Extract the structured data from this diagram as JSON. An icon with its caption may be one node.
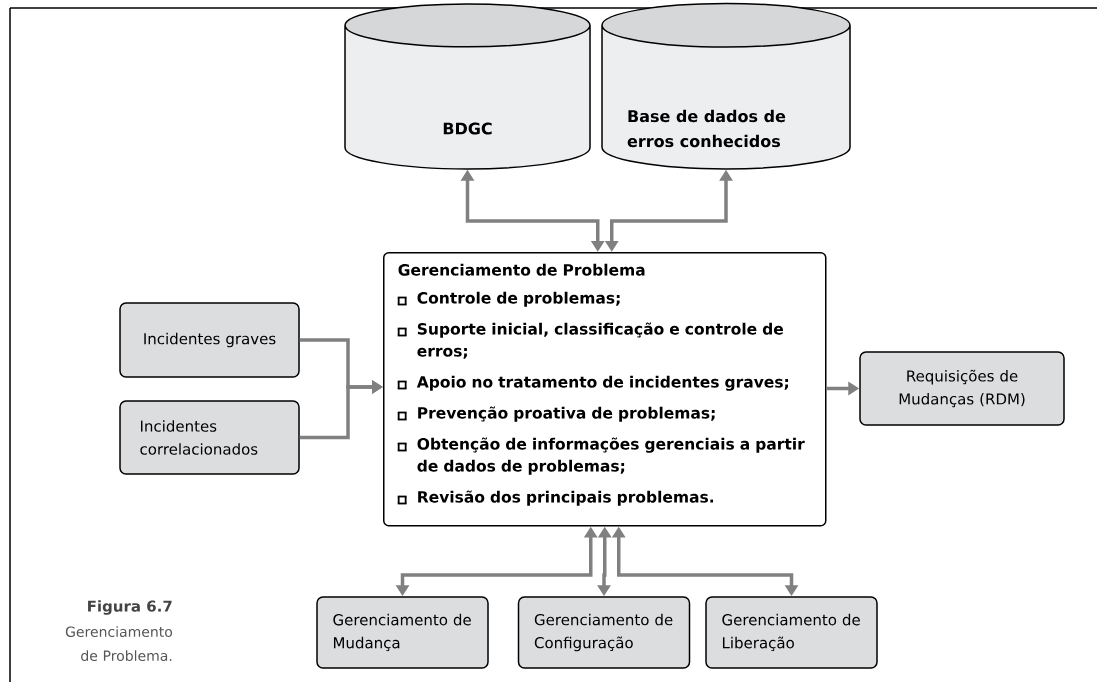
{
  "diagram": {
    "caption": "Gerenciamento de Problema.",
    "nodes": [
      {
        "text": [
          "BDGC"
        ]
      },
      {
        "text": [
          "Base de dados de erros conhecidos"
        ]
      },
      {
        "text": [
          "Gerenciamento de Problema",
          "Controle de problemas;",
          "Suporte inicial, classificação e controle de erros;",
          "Apoio no tratamento de incidentes graves;",
          "Prevenção proativa de problemas;",
          "Obtenção de informações gerenciais a partir de dados de problemas;",
          "Revisão dos principais problemas."
        ]
      },
      {
        "text": [
          "Incidentes graves"
        ]
      },
      {
        "text": [
          "Incidentes correlacionados"
        ]
      },
      {
        "text": [
          "Requisições de Mudanças (RDM)"
        ]
      },
      {
        "text": [
          "Gerenciamento de Mudança"
        ]
      },
      {
        "text": [
          "Gerenciamento de Configuração"
        ]
      },
      {
        "text": [
          "Gerenciamento de Liberação"
        ]
      }
    ],
    "edges": [
      {
        "from": 2,
        "to": 0,
        "arrow": "both"
      },
      {
        "from": 2,
        "to": 1,
        "arrow": "both"
      },
      {
        "from": 3,
        "to": 2,
        "arrow": "to"
      },
      {
        "from": 4,
        "to": 2,
        "arrow": "to"
      },
      {
        "from": 2,
        "to": 5,
        "arrow": "to"
      },
      {
        "from": 2,
        "to": 6,
        "arrow": "both"
      },
      {
        "from": 2,
        "to": 7,
        "arrow": "both"
      },
      {
        "from": 2,
        "to": 8,
        "arrow": "both"
      }
    ],
    "labels": [
      "Figura 6.7"
    ]
  }
}
